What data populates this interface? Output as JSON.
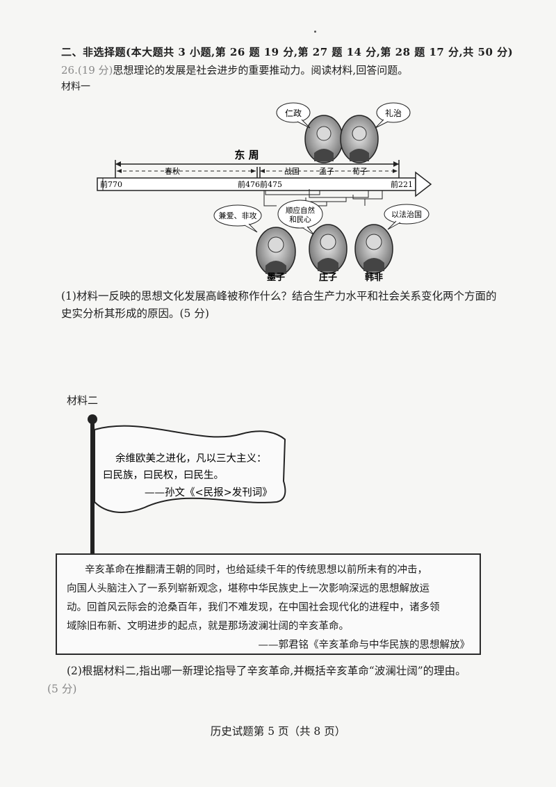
{
  "section": {
    "title": "二、非选择题(本大题共 3 小题,第 26 题 19 分,第 27 题 14 分,第 28 题 17 分,共 50 分)"
  },
  "q26": {
    "number": "26.(19 分)",
    "intro": "思想理论的发展是社会进步的重要推动力。阅读材料,回答问题。",
    "material1_label": "材料一",
    "timeline": {
      "era": "东  周",
      "period1": "春秋",
      "period2": "战国",
      "start": "前770",
      "mid": "前476前475",
      "end": "前221",
      "top_figures": [
        {
          "name": "孟子",
          "bubble": "仁政"
        },
        {
          "name": "荀子",
          "bubble": "礼治"
        }
      ],
      "bottom_figures": [
        {
          "name": "墨子",
          "bubble": "兼爱、非攻"
        },
        {
          "name": "庄子",
          "bubble": "顺应自然 和民心"
        },
        {
          "name": "韩非",
          "bubble": "以法治国"
        }
      ]
    },
    "q1": "(1)材料一反映的思想文化发展高峰被称作什么？结合生产力水平和社会关系变化两个方面的史实分析其形成的原因。(5 分)",
    "material2_label": "材料二",
    "flag": {
      "line1": "余维欧美之进化，凡以三大主义：",
      "line2": "曰民族，曰民权，曰民生。",
      "source": "——孙文《<民报>发刊词》"
    },
    "quote": {
      "line1": "辛亥革命在推翻清王朝的同时，也给延续千年的传统思想以前所未有的冲击，",
      "line2": "向国人头脑注入了一系列崭新观念，堪称中华民族史上一次影响深远的思想解放运",
      "line3": "动。回首风云际会的沧桑百年，我们不难发现，在中国社会现代化的进程中，诸多领",
      "line4": "域除旧布新、文明进步的起点，就是那场波澜壮阔的辛亥革命。",
      "source": "——郭君铭《辛亥革命与中华民族的思想解放》"
    },
    "q2": "(2)根据材料二,指出哪一新理论指导了辛亥革命,并概括辛亥革命“波澜壮阔”的理由。",
    "q2_score": "(5 分)"
  },
  "footer": "历史试题第 5 页（共 8 页）"
}
